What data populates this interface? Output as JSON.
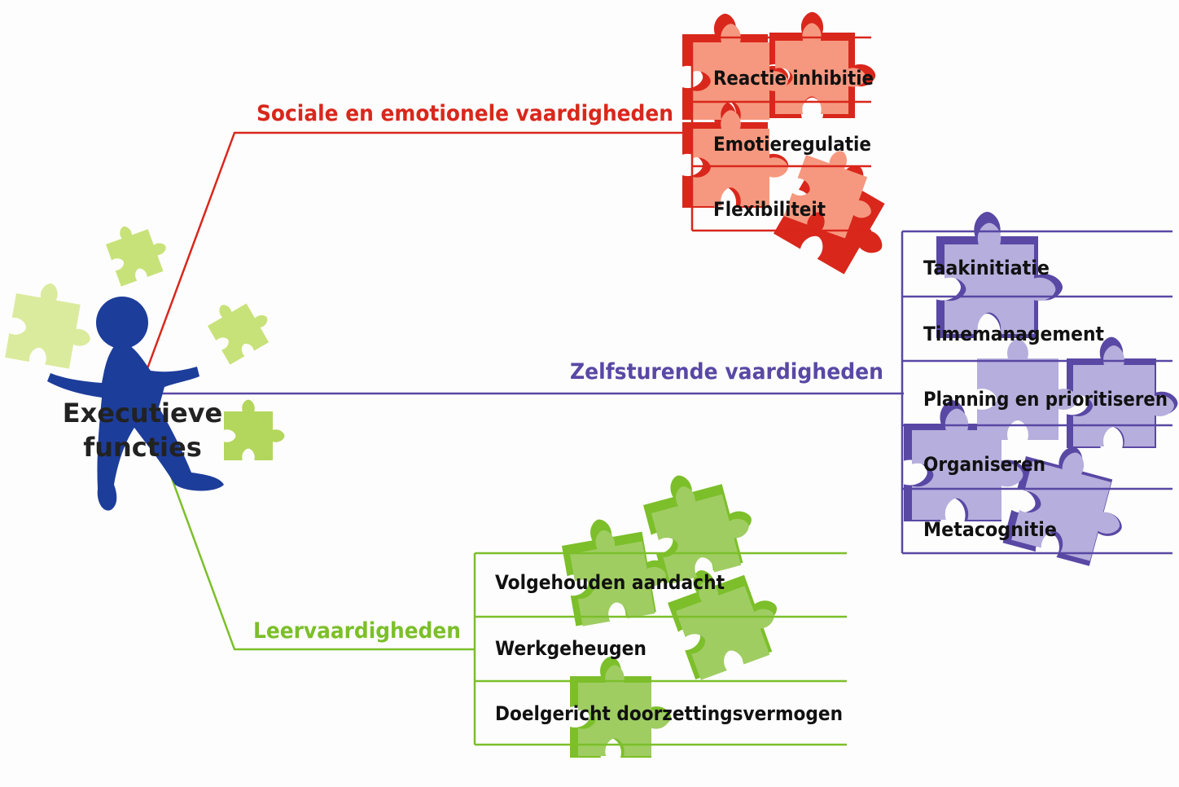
{
  "center": {
    "line1": "Executieve",
    "line2": "functies"
  },
  "branches": [
    {
      "title": "Sociale en emotionele vaardigheden",
      "color": "#d9271c",
      "light": "#f6987f",
      "items": [
        "Reactie inhibitie",
        "Emotieregulatie",
        "Flexibiliteit"
      ]
    },
    {
      "title": "Zelfsturende vaardigheden",
      "color": "#5948a4",
      "light": "#b6aedc",
      "items": [
        "Taakinitiatie",
        "Timemanagement",
        "Planning en prioritiseren",
        "Organiseren",
        "Metacognitie"
      ]
    },
    {
      "title": "Leervaardigheden",
      "color": "#7cbf2a",
      "light": "#9fcd62",
      "items": [
        "Volgehouden aandacht",
        "Werkgeheugen",
        "Doelgericht doorzettingsvermogen"
      ]
    }
  ],
  "figure_color": "#1d3d9a",
  "juggle_piece_color": "#c8e27a"
}
